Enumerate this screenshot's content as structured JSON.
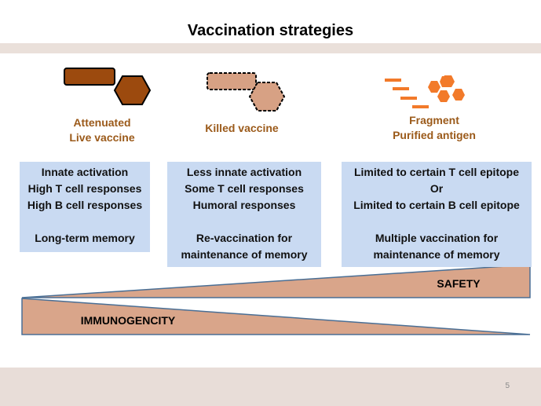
{
  "title": "Vaccination strategies",
  "slide_number": "5",
  "strategies": [
    {
      "label_lines": [
        "Attenuated",
        "Live vaccine"
      ],
      "box_lines": [
        "Innate activation",
        "High T cell responses",
        "High B cell responses",
        "",
        "Long-term memory"
      ]
    },
    {
      "label_lines": [
        "Killed vaccine"
      ],
      "box_lines": [
        "Less innate activation",
        "Some T cell responses",
        "Humoral responses",
        "",
        "Re-vaccination for",
        "maintenance of memory"
      ]
    },
    {
      "label_lines": [
        "Fragment",
        "Purified antigen"
      ],
      "box_lines": [
        "Limited to certain T cell epitope",
        "Or",
        "Limited to certain B cell epitope",
        "",
        "Multiple vaccination for",
        "maintenance of memory"
      ]
    }
  ],
  "wedges": {
    "safety_label": "SAFETY",
    "immunogenicity_label": "IMMUNOGENCITY"
  },
  "colors": {
    "title": "#000000",
    "label_text": "#9b5a1a",
    "box_fill": "#c9daf2",
    "live_fill": "#9c4a0e",
    "killed_fill": "#d7a184",
    "fragment_fill": "#f27a2a",
    "wedge_fill": "#d9a58a",
    "wedge_stroke": "#4a6f95"
  }
}
